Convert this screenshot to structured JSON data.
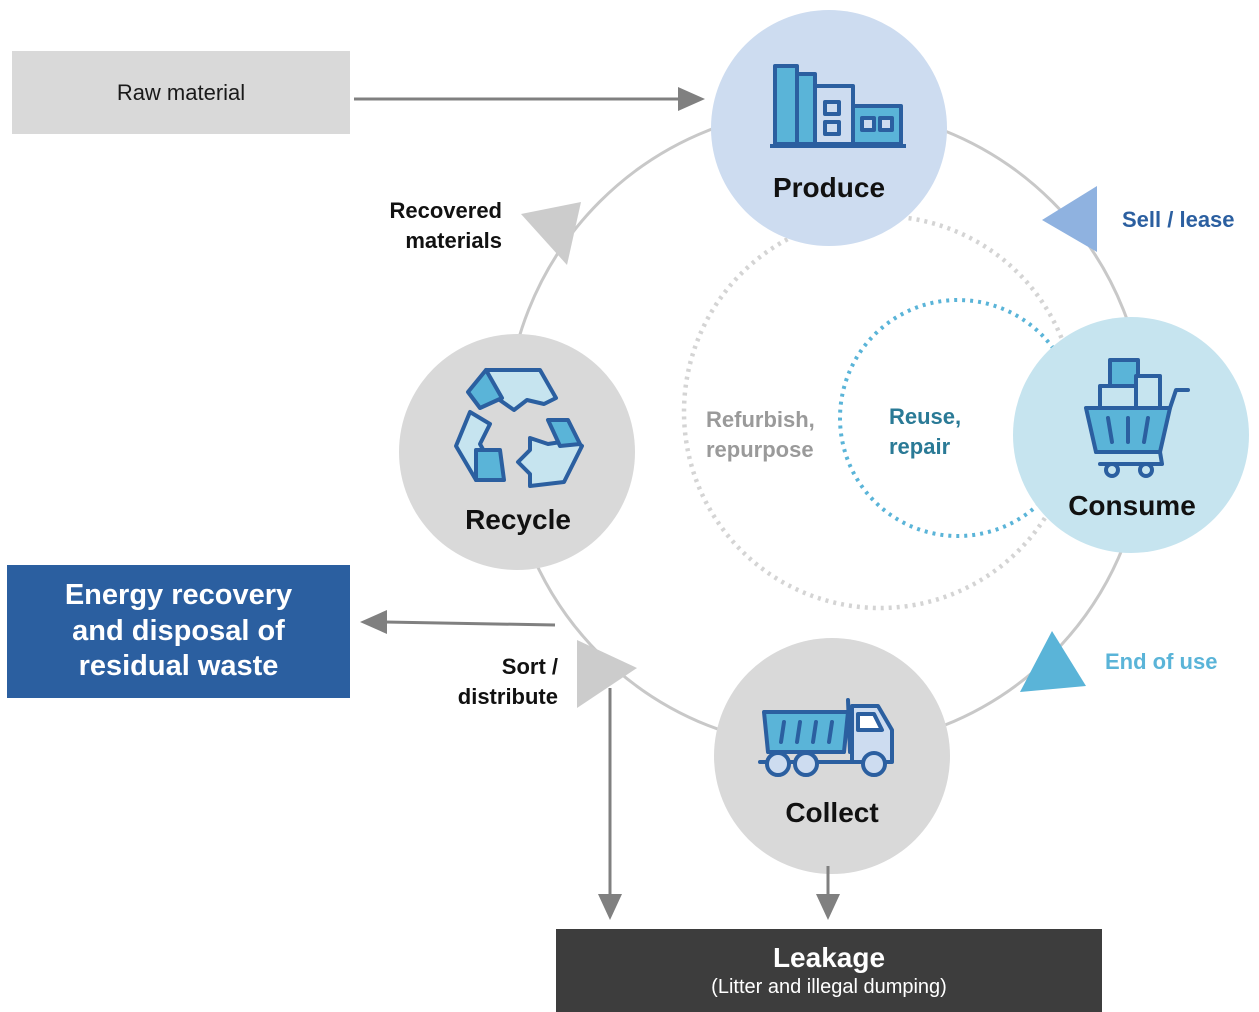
{
  "boxes": {
    "raw_material": "Raw material",
    "energy_recovery": [
      "Energy recovery",
      "and disposal of",
      "residual waste"
    ],
    "leakage_title": "Leakage",
    "leakage_subtitle": "(Litter and illegal dumping)"
  },
  "nodes": {
    "produce": "Produce",
    "consume": "Consume",
    "collect": "Collect",
    "recycle": "Recycle"
  },
  "flows": {
    "sell_lease": "Sell / lease",
    "end_of_use": "End of use",
    "sort_distribute": [
      "Sort /",
      "distribute"
    ],
    "recovered_materials": [
      "Recovered",
      "materials"
    ],
    "refurbish": [
      "Refurbish,",
      "repurpose"
    ],
    "reuse": [
      "Reuse,",
      "repair"
    ]
  },
  "colors": {
    "produce_fill": "#cddcf0",
    "consume_fill": "#c6e4ef",
    "grey_node_fill": "#d9d9d9",
    "icon_stroke": "#2b5fa0",
    "icon_fill": "#5ab4d8",
    "sell_arrow": "#8fb2e0",
    "end_arrow": "#5ab4d8",
    "dark_blue_text": "#2b5fa0",
    "teal_text": "#2a7a96",
    "energy_box": "#2b5fa0",
    "leakage_box": "#3d3d3d"
  },
  "icons": [
    "factory-icon",
    "shopping-cart-icon",
    "dump-truck-icon",
    "recycle-icon"
  ]
}
